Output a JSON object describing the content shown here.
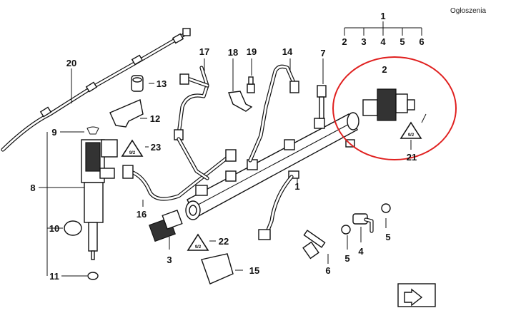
{
  "ad_label": "Ogłoszenia",
  "callouts": {
    "c1_top": "1",
    "c2_top": "2",
    "c3_top": "3",
    "c4_top": "4",
    "c5_top": "5",
    "c6_top": "6",
    "c20": "20",
    "c17": "17",
    "c18": "18",
    "c19": "19",
    "c14": "14",
    "c7": "7",
    "c2": "2",
    "c13": "13",
    "c12": "12",
    "c9": "9",
    "c23": "23",
    "c8": "8",
    "c21": "21",
    "c1_rail": "1",
    "c16": "16",
    "c10": "10",
    "c22": "22",
    "c3": "3",
    "c5_right": "5",
    "c5_mid": "5",
    "c4": "4",
    "c11": "11",
    "c6": "6",
    "c15": "15"
  },
  "colors": {
    "highlight": "#e0201f",
    "ink": "#111111"
  },
  "icons": {
    "warning": "warning-triangle-icon",
    "nav": "arrow-icon"
  }
}
